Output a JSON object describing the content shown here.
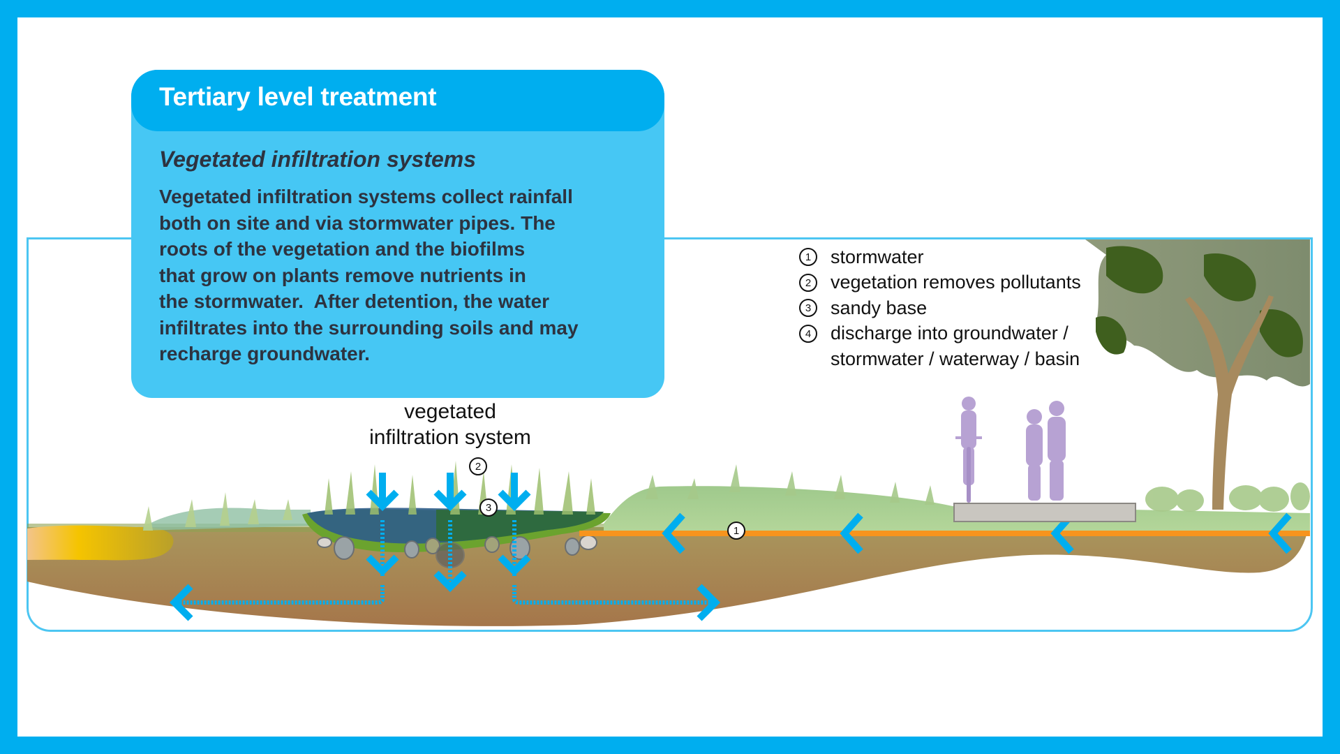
{
  "card": {
    "title": "Tertiary level treatment",
    "subtitle": "Vegetated infiltration systems",
    "body_lines": [
      "Vegetated infiltration systems collect rainfall",
      "both on site and via stormwater pipes. The",
      "roots of the vegetation and the biofilms",
      "that grow on plants remove nutrients in",
      "the stormwater.  After detention, the water",
      "infiltrates into the surrounding soils and may",
      "recharge groundwater."
    ]
  },
  "legend": {
    "items": [
      {
        "num": "1",
        "text": "stormwater"
      },
      {
        "num": "2",
        "text": "vegetation removes pollutants"
      },
      {
        "num": "3",
        "text": "sandy base"
      },
      {
        "num": "4",
        "text": "discharge into groundwater /"
      },
      {
        "num": "",
        "text": "stormwater / waterway / basin"
      }
    ]
  },
  "diagram": {
    "system_label_line1": "vegetated",
    "system_label_line2": "infiltration system",
    "markers": {
      "stormwater": "1",
      "vegetation": "2",
      "sandy_base": "3"
    }
  },
  "colors": {
    "border": "#00AEEF",
    "card_header": "#00AEEF",
    "card_body": "#46C7F4",
    "frame_line": "#4CC6F2",
    "arrow": "#00AEEF",
    "pipe": "#F7941D",
    "soil": "#A88A58",
    "grass": "#A9CB8C",
    "people": "#B7A2D3"
  }
}
